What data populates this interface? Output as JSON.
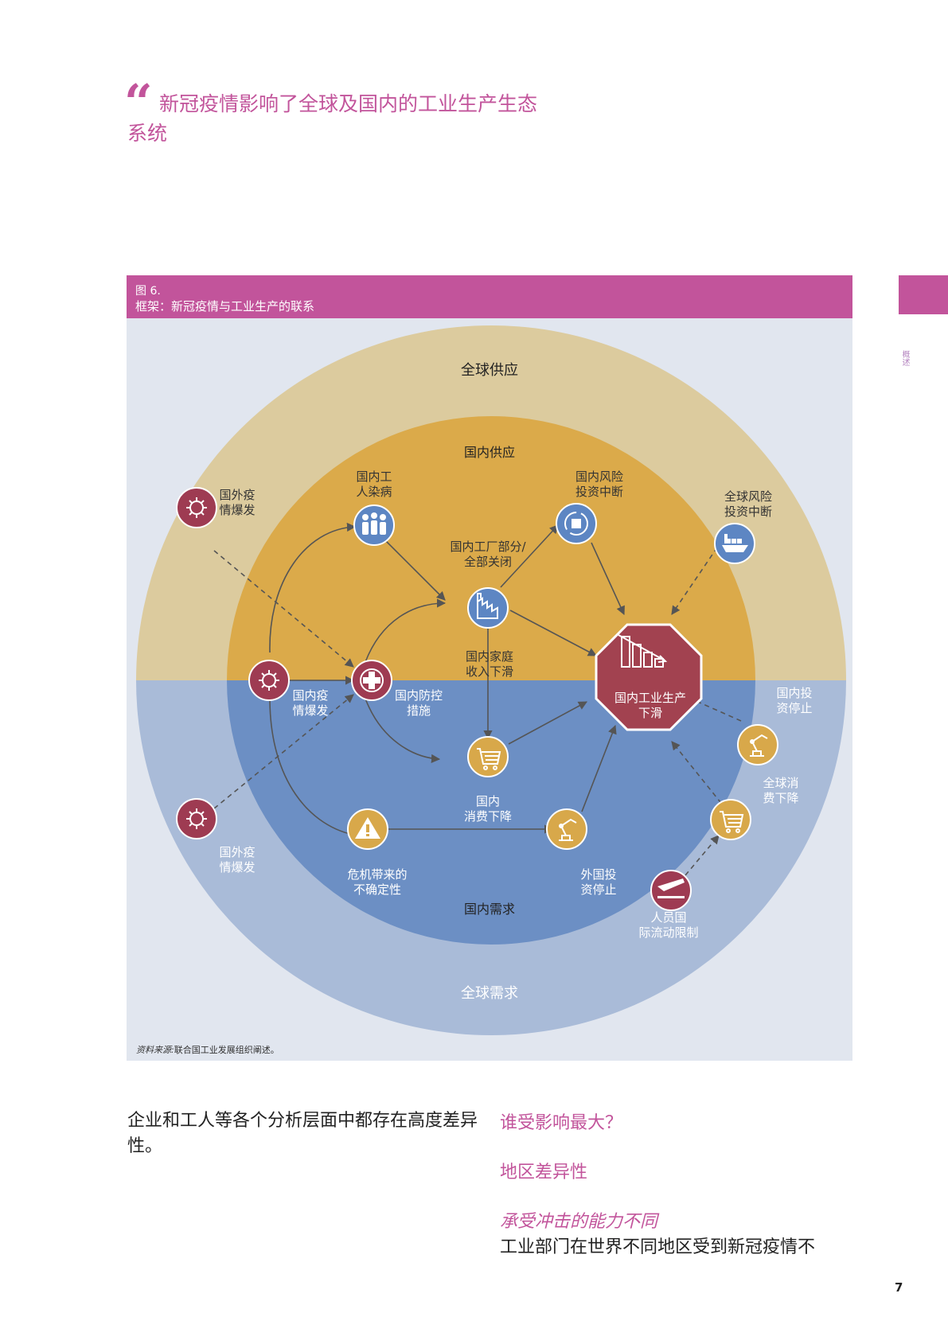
{
  "headline": {
    "quote_mark": "“",
    "text": "新冠疫情影响了全球及国内的工业生产生态系统"
  },
  "sidebar": {
    "label": "概述"
  },
  "figure": {
    "number": "图 6.",
    "title": "框架：新冠疫情与工业生产的联系",
    "source_label": "资料来源:",
    "source_text": "联合国工业发展组织阐述。"
  },
  "diagram": {
    "rings": {
      "global_supply": "全球供应",
      "domestic_supply": "国内供应",
      "domestic_demand": "国内需求",
      "global_demand": "全球需求"
    },
    "nodes": {
      "foreign_outbreak_top": "国外疫\n情爆发",
      "worker_infection": "国内工\n人染病",
      "factory_closure": "国内工厂部分/\n全部关闭",
      "domestic_risk_investment": "国内风险\n投资中断",
      "global_risk_investment": "全球风险\n投资中断",
      "household_income": "国内家庭\n收入下滑",
      "domestic_outbreak": "国内疫\n情爆发",
      "domestic_measures": "国内防控\n措施",
      "industrial_decline": "国内工业生产\n下滑",
      "domestic_investment_stop": "国内投\n资停止",
      "global_consumption_drop": "全球消\n费下降",
      "foreign_outbreak_bottom": "国外疫\n情爆发",
      "domestic_consumption_drop": "国内\n消费下降",
      "crisis_uncertainty": "危机带来的\n不确定性",
      "foreign_investment_stop": "外国投\n资停止",
      "mobility_restriction": "人员国\n际流动限制"
    },
    "colors": {
      "global_supply": "#dccb9e",
      "domestic_supply": "#dbaa4a",
      "global_demand": "#a9bbd8",
      "domestic_demand": "#6c8fc4",
      "virus_node": "#9e3b52",
      "domestic_node": "#d8a84a",
      "global_node": "#5d86c3",
      "decline_node": "#a24250"
    },
    "icons": {
      "virus": "virus-icon",
      "workers": "workers-icon",
      "factory": "factory-icon",
      "investment": "investment-cycle-icon",
      "ship": "cargo-ship-icon",
      "medical": "medical-cross-icon",
      "chart": "declining-chart-icon",
      "robot": "robot-arm-icon",
      "cart": "shopping-cart-icon",
      "warning": "warning-icon",
      "plane": "airplane-icon"
    }
  },
  "body": {
    "left_paragraph": "企业和工人等各个分析层面中都存在高度差异性。",
    "question_heading": "谁受影响最大？",
    "subheading": "地区差异性",
    "italic_heading": "承受冲击的能力不同",
    "right_paragraph": "工业部门在世界不同地区受到新冠疫情不"
  },
  "page_number": "7"
}
